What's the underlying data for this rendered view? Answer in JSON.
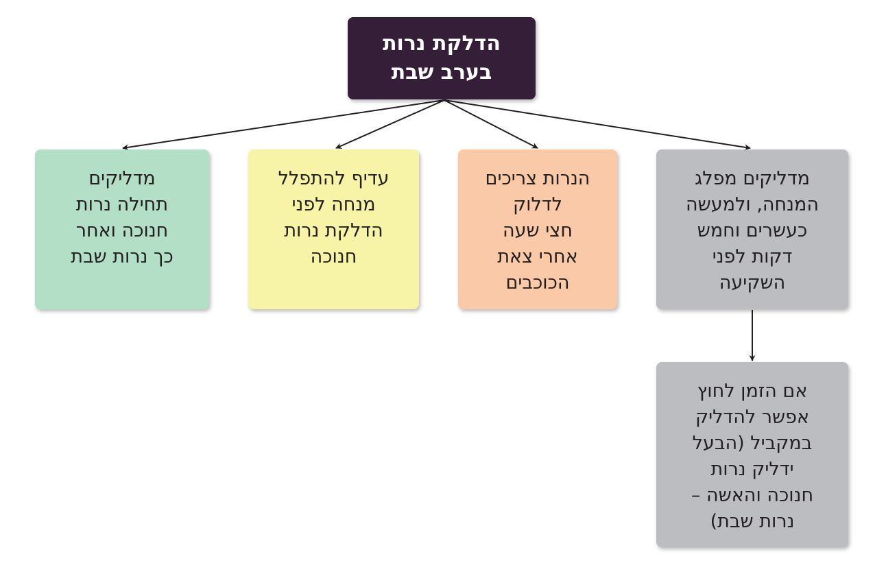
{
  "colors": {
    "root": "#351e38",
    "gray": "#bcbdc1",
    "orange": "#f9c9a8",
    "yellow": "#f7f4a8",
    "green": "#b3dfc7",
    "arrow": "#231f20"
  },
  "root": {
    "text": "הדלקת נרות\nבערב שבת"
  },
  "children": [
    {
      "text": "מדליקים מפלג\nהמנחה, ולמעשה\nכעשרים וחמש\nדקות לפני\nהשקיעה"
    },
    {
      "text": "הנרות צריכים\nלדלוק\nחצי שעה\nאחרי צאת\nהכוכבים"
    },
    {
      "text": "עדיף להתפלל\nמנחה לפני\nהדלקת נרות\nחנוכה"
    },
    {
      "text": "מדליקים\nתחילה נרות\nחנוכה ואחר\nכך נרות שבת"
    }
  ],
  "sub": {
    "text": "אם הזמן לחוץ\nאפשר להדליק\nבמקביל (הבעל\nידליק נרות\nחנוכה והאשה –\nנרות שבת)"
  }
}
